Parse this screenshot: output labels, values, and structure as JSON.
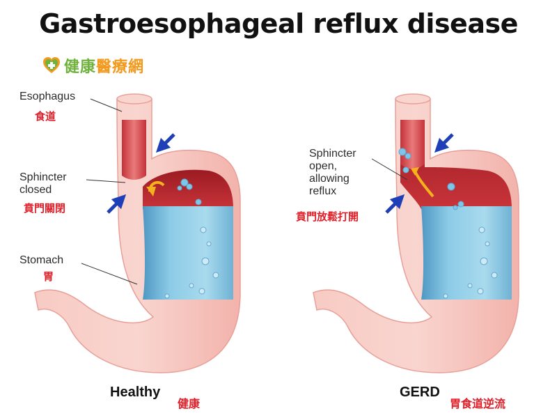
{
  "title": "Gastroesophageal reflux disease",
  "logo": {
    "icon": "health-cross-heart-icon",
    "text_green": "健康",
    "text_orange": "醫療網",
    "color_green": "#6fb23c",
    "color_orange": "#f39a1e"
  },
  "colors": {
    "tissue": "#f6c4bd",
    "tissue_edge": "#e89f97",
    "lining": "#b8242a",
    "acid": "#9fd3ea",
    "acid_dark": "#5ea9cf",
    "arrow": "#1e3fb8",
    "zh_label": "#e0202a"
  },
  "panels": {
    "healthy": {
      "esophagus_en": "Esophagus",
      "esophagus_zh": "食道",
      "sphincter_en": "Sphincter\nclosed",
      "sphincter_zh": "賁門關閉",
      "stomach_en": "Stomach",
      "stomach_zh": "胃",
      "caption_en": "Healthy",
      "caption_zh": "健康"
    },
    "gerd": {
      "sphincter_en": "Sphincter\nopen,\nallowing\nreflux",
      "sphincter_zh": "賁門放鬆打開",
      "caption_en": "GERD",
      "caption_zh": "胃食道逆流"
    }
  }
}
